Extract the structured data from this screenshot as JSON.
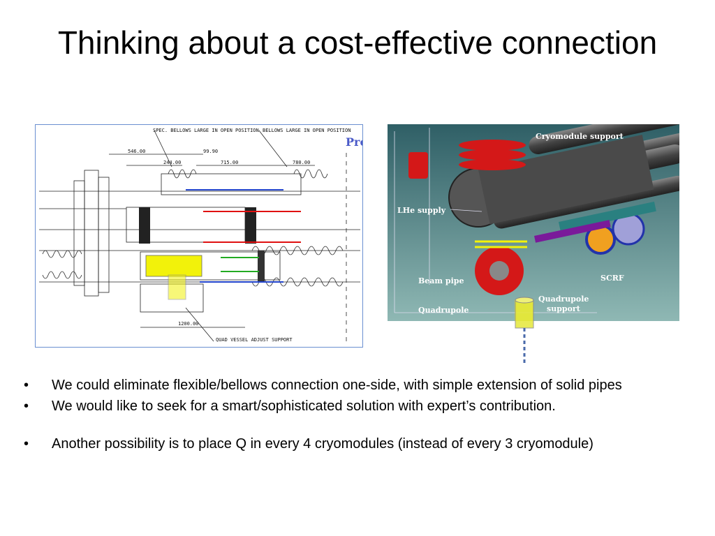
{
  "slide": {
    "title": "Thinking about a cost-effective connection"
  },
  "drawing": {
    "label_spec_bellows": "SPEC. BELLOWS LARGE IN OPEN POSITION",
    "label_bellows_large": "BELLOWS LARGE IN OPEN POSITION",
    "label_quad_support": "QUAD VESSEL ADJUST SUPPORT",
    "dim_546": "546.00",
    "dim_99": "99.90",
    "dim_244": "244.00",
    "dim_715": "715.00",
    "dim_780": "780.00",
    "dim_1200": "1200.00",
    "partial_text": "Pro"
  },
  "render": {
    "label_cryomodule_support": "Cryomodule support",
    "label_lhe_supply": "LHe supply",
    "label_beam_pipe": "Beam pipe",
    "label_quadrupole": "Quadrupole",
    "label_scrf": "SCRF",
    "label_quadrupole_support_1": "Quadrupole",
    "label_quadrupole_support_2": "support"
  },
  "bullets": [
    {
      "text": "We could eliminate flexible/bellows connection one-side, with simple extension of solid pipes"
    },
    {
      "text": "We would like to seek for a smart/sophisticated solution with expert’s contribution."
    },
    {
      "text": "Another possibility is to place Q in every 4 cryomodules (instead of every 3 cryomodule)"
    }
  ],
  "bullet_glyph": "•",
  "colors": {
    "highlight_yellow": "#f2f20a",
    "highlight_red": "#e01010",
    "highlight_blue": "#2244cc",
    "highlight_green": "#22aa22",
    "render_background": "#5e8a8a"
  }
}
